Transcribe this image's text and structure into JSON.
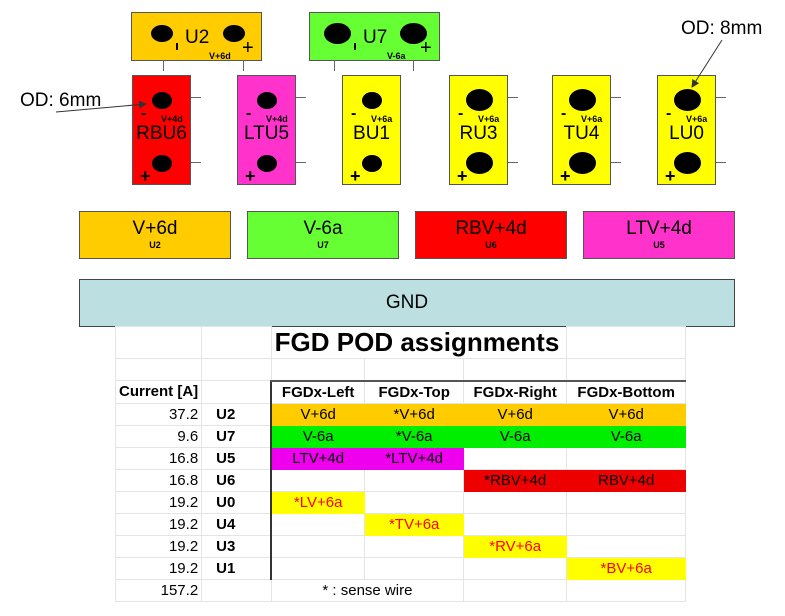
{
  "top_units": [
    {
      "name": "U2",
      "rail": "V+6d",
      "color": "#FFCC00"
    },
    {
      "name": "U7",
      "rail": "V-6a",
      "color": "#66FF33"
    }
  ],
  "pods": [
    {
      "name": "RBU6",
      "rail": "V+4d",
      "color": "#FF0000"
    },
    {
      "name": "LTU5",
      "rail": "V+4d",
      "color": "#FF33CC"
    },
    {
      "name": "BU1",
      "rail": "V+6a",
      "color": "#FFFF00"
    },
    {
      "name": "RU3",
      "rail": "V+6a",
      "color": "#FFFF00"
    },
    {
      "name": "TU4",
      "rail": "V+6a",
      "color": "#FFFF00"
    },
    {
      "name": "LU0",
      "rail": "V+6a",
      "color": "#FFFF00"
    }
  ],
  "signs": {
    "minus": "-",
    "plus": "+"
  },
  "annotations": {
    "od6": "OD: 6mm",
    "od8": "OD: 8mm"
  },
  "rails": [
    {
      "name": "V+6d",
      "unit": "U2",
      "color": "#FFCC00"
    },
    {
      "name": "V-6a",
      "unit": "U7",
      "color": "#66FF33"
    },
    {
      "name": "RBV+4d",
      "unit": "U6",
      "color": "#FF0000"
    },
    {
      "name": "LTV+4d",
      "unit": "U5",
      "color": "#FF33CC"
    }
  ],
  "gnd": "GND",
  "table": {
    "title": "FGD POD assignments",
    "current_header": "Current [A]",
    "columns": [
      "FGDx-Left",
      "FGDx-Top",
      "FGDx-Right",
      "FGDx-Bottom"
    ],
    "rows": [
      {
        "current": "37.2",
        "unit": "U2",
        "cells": [
          "V+6d",
          "*V+6d",
          "V+6d",
          "V+6d"
        ],
        "bg": [
          "#FFCC00",
          "#FFCC00",
          "#FFCC00",
          "#FFCC00"
        ],
        "fg": "#000"
      },
      {
        "current": "9.6",
        "unit": "U7",
        "cells": [
          "V-6a",
          "*V-6a",
          "V-6a",
          "V-6a"
        ],
        "bg": [
          "#00EE00",
          "#00EE00",
          "#00EE00",
          "#00EE00"
        ],
        "fg": "#000"
      },
      {
        "current": "16.8",
        "unit": "U5",
        "cells": [
          "LTV+4d",
          "*LTV+4d",
          "",
          ""
        ],
        "bg": [
          "#EE00EE",
          "#EE00EE",
          "",
          ""
        ],
        "fg": "#000"
      },
      {
        "current": "16.8",
        "unit": "U6",
        "cells": [
          "",
          "",
          "*RBV+4d",
          "RBV+4d"
        ],
        "bg": [
          "",
          "",
          "#EE0000",
          "#EE0000"
        ],
        "fg": "#000"
      },
      {
        "current": "19.2",
        "unit": "U0",
        "cells": [
          "*LV+6a",
          "",
          "",
          ""
        ],
        "bg": [
          "#FFFF00",
          "",
          "",
          ""
        ],
        "fg": "#FF0000"
      },
      {
        "current": "19.2",
        "unit": "U4",
        "cells": [
          "",
          "*TV+6a",
          "",
          ""
        ],
        "bg": [
          "",
          "#FFFF00",
          "",
          ""
        ],
        "fg": "#FF0000"
      },
      {
        "current": "19.2",
        "unit": "U3",
        "cells": [
          "",
          "",
          "*RV+6a",
          ""
        ],
        "bg": [
          "",
          "",
          "#FFFF00",
          ""
        ],
        "fg": "#FF0000"
      },
      {
        "current": "19.2",
        "unit": "U1",
        "cells": [
          "",
          "",
          "",
          "*BV+6a"
        ],
        "bg": [
          "",
          "",
          "",
          "#FFFF00"
        ],
        "fg": "#FF0000"
      }
    ],
    "total": "157.2",
    "note": "* : sense wire"
  }
}
